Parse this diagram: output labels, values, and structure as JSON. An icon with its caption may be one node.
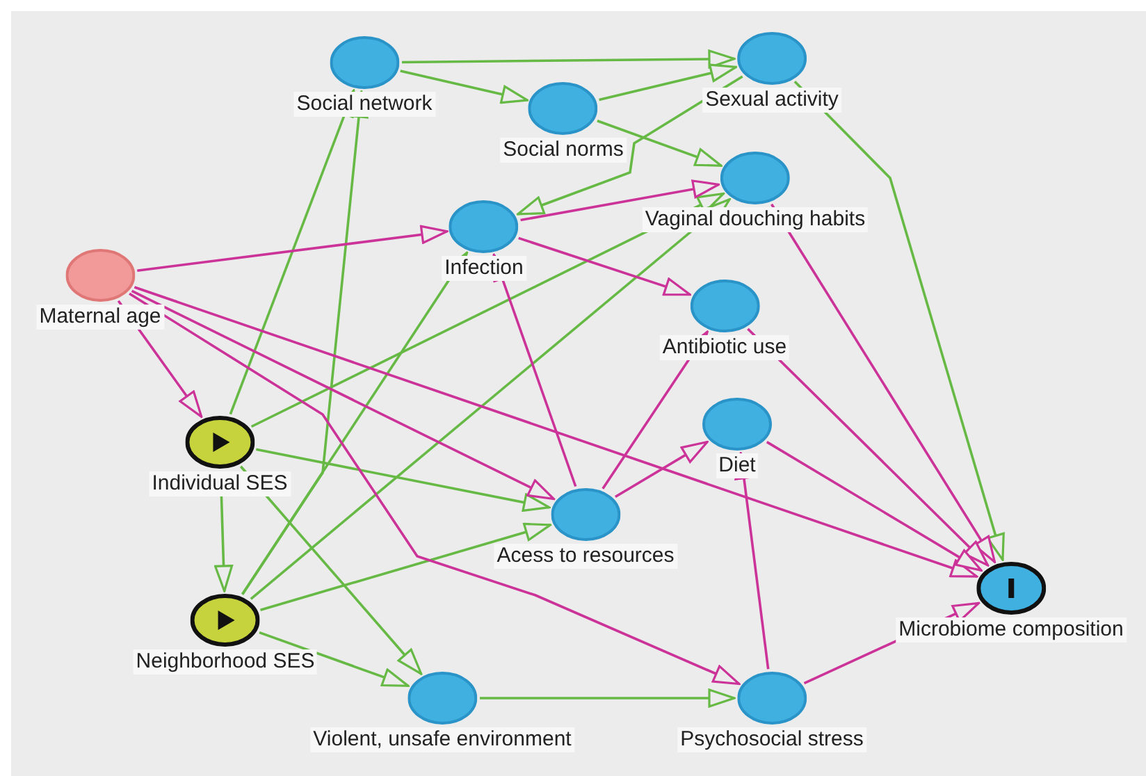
{
  "diagram": {
    "nodes": [
      {
        "text": [
          "Social network"
        ]
      },
      {
        "text": [
          "Sexual activity"
        ]
      },
      {
        "text": [
          "Social norms"
        ]
      },
      {
        "text": [
          "Vaginal douching habits"
        ]
      },
      {
        "text": [
          "Infection"
        ]
      },
      {
        "text": [
          "Maternal age"
        ]
      },
      {
        "text": [
          "Antibiotic use"
        ]
      },
      {
        "text": [
          "Diet"
        ]
      },
      {
        "text": [
          "Individual SES"
        ]
      },
      {
        "text": [
          "Acess to resources"
        ]
      },
      {
        "text": [
          "Microbiome composition"
        ]
      },
      {
        "text": [
          "Neighborhood SES"
        ]
      },
      {
        "text": [
          "Violent, unsafe environment"
        ]
      },
      {
        "text": [
          "Psychosocial stress"
        ]
      }
    ],
    "edges": [
      {
        "from": 0,
        "to": 1,
        "arrow": "to"
      },
      {
        "from": 0,
        "to": 2,
        "arrow": "to"
      },
      {
        "from": 2,
        "to": 1,
        "arrow": "to"
      },
      {
        "from": 2,
        "to": 3,
        "arrow": "to"
      },
      {
        "from": 1,
        "to": 4,
        "arrow": "to"
      },
      {
        "from": 1,
        "to": 10,
        "arrow": "to"
      },
      {
        "from": 8,
        "to": 0,
        "arrow": "to"
      },
      {
        "from": 11,
        "to": 0,
        "arrow": "to"
      },
      {
        "from": 8,
        "to": 3,
        "arrow": "to"
      },
      {
        "from": 11,
        "to": 3,
        "arrow": "to"
      },
      {
        "from": 11,
        "to": 4,
        "arrow": "to"
      },
      {
        "from": 8,
        "to": 9,
        "arrow": "to"
      },
      {
        "from": 11,
        "to": 9,
        "arrow": "to"
      },
      {
        "from": 8,
        "to": 11,
        "arrow": "to"
      },
      {
        "from": 8,
        "to": 12,
        "arrow": "to"
      },
      {
        "from": 11,
        "to": 12,
        "arrow": "to"
      },
      {
        "from": 12,
        "to": 13,
        "arrow": "to"
      },
      {
        "from": 5,
        "to": 4,
        "arrow": "to",
        "color": "#cc3399"
      },
      {
        "from": 5,
        "to": 8,
        "arrow": "to",
        "color": "#cc3399"
      },
      {
        "from": 5,
        "to": 9,
        "arrow": "to",
        "color": "#cc3399"
      },
      {
        "from": 5,
        "to": 13,
        "arrow": "to",
        "color": "#cc3399"
      },
      {
        "from": 5,
        "to": 10,
        "arrow": "to",
        "color": "#cc3399"
      },
      {
        "from": 4,
        "to": 3,
        "arrow": "to",
        "color": "#cc3399"
      },
      {
        "from": 4,
        "to": 6,
        "arrow": "to",
        "color": "#cc3399"
      },
      {
        "from": 9,
        "to": 4,
        "arrow": "to",
        "color": "#cc3399"
      },
      {
        "from": 9,
        "to": 6,
        "arrow": "to",
        "color": "#cc3399"
      },
      {
        "from": 9,
        "to": 7,
        "arrow": "to",
        "color": "#cc3399"
      },
      {
        "from": 13,
        "to": 7,
        "arrow": "to",
        "color": "#cc3399"
      },
      {
        "from": 3,
        "to": 10,
        "arrow": "to",
        "color": "#cc3399"
      },
      {
        "from": 6,
        "to": 10,
        "arrow": "to",
        "color": "#cc3399"
      },
      {
        "from": 7,
        "to": 10,
        "arrow": "to",
        "color": "#cc3399"
      },
      {
        "from": 13,
        "to": 10,
        "arrow": "to",
        "color": "#cc3399"
      }
    ]
  }
}
